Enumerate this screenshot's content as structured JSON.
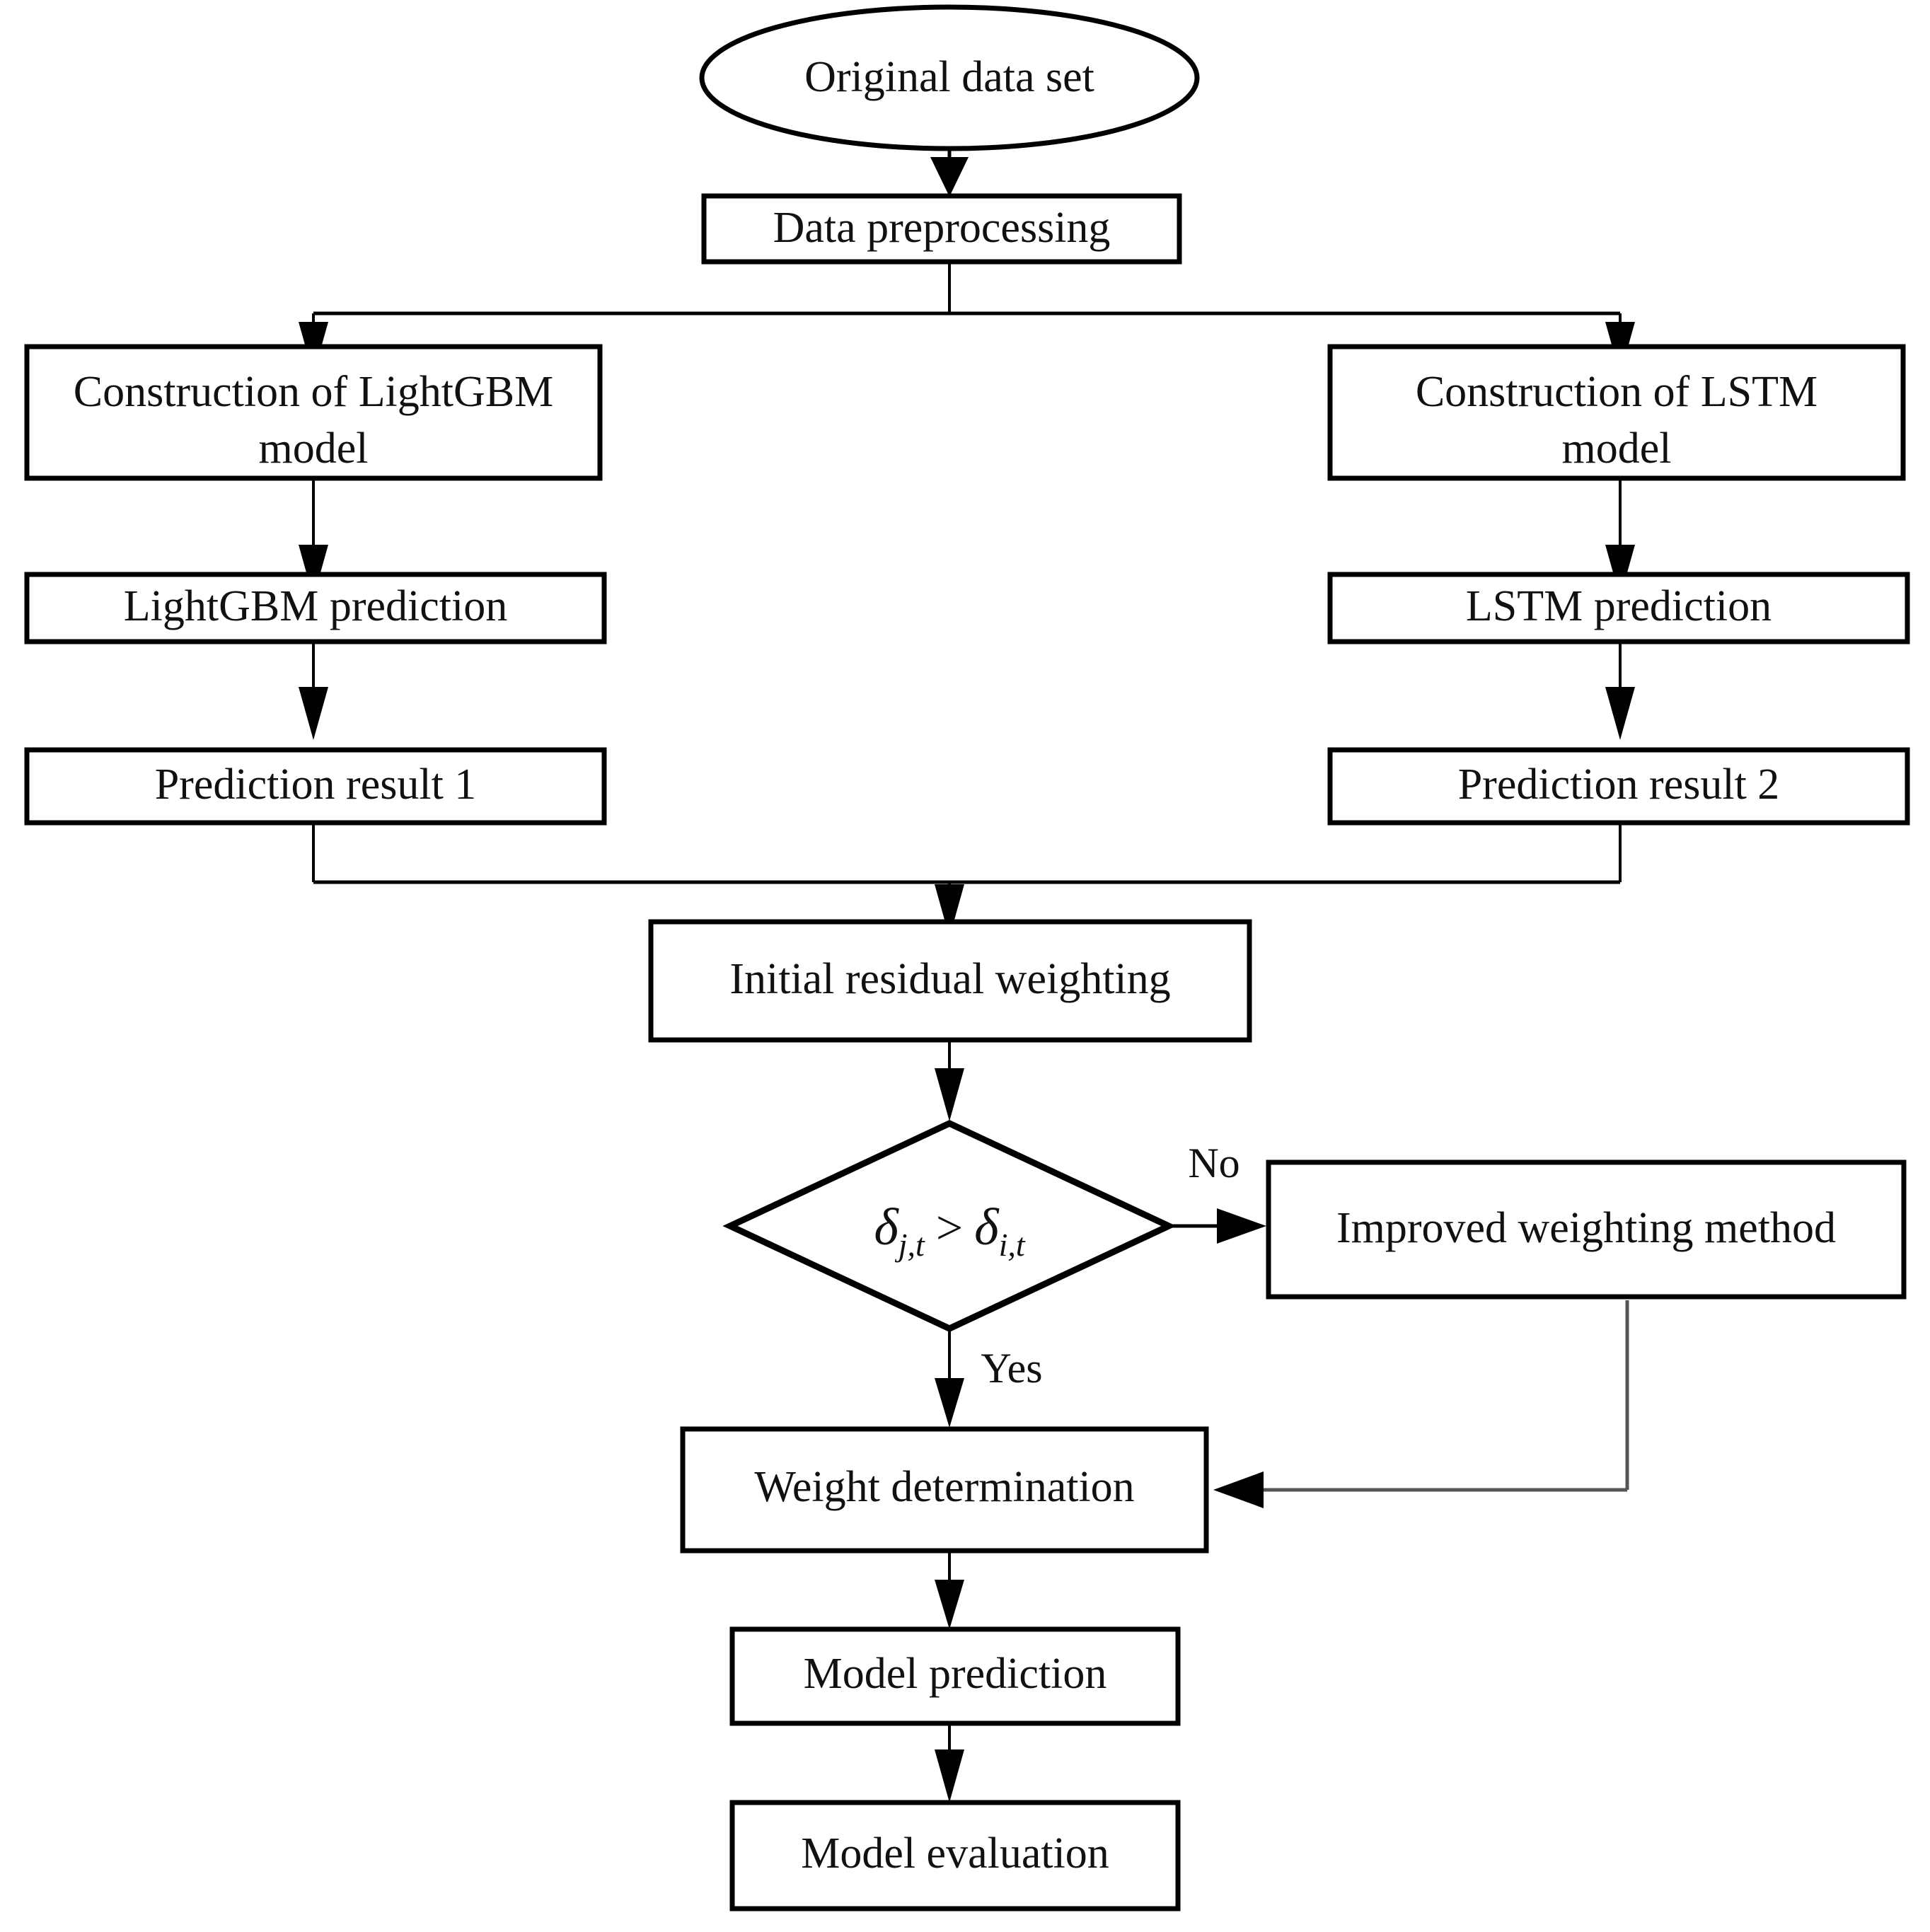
{
  "diagram": {
    "kind": "flowchart",
    "title": "",
    "background_color": "#ffffff",
    "line_color": "#000000",
    "feedback_line_color": "#555555",
    "text_color": "#111111"
  },
  "nodes": {
    "original_data_set": {
      "label": "Original data set",
      "shape": "ellipse"
    },
    "data_preprocessing": {
      "label": "Data preprocessing",
      "shape": "rectangle"
    },
    "construction_lightgbm_line1": {
      "label": "Construction of LightGBM",
      "shape": "rectangle"
    },
    "construction_lightgbm_line2": {
      "label": "model"
    },
    "construction_lstm_line1": {
      "label": "Construction of LSTM",
      "shape": "rectangle"
    },
    "construction_lstm_line2": {
      "label": "model"
    },
    "lightgbm_prediction": {
      "label": "LightGBM prediction",
      "shape": "rectangle"
    },
    "lstm_prediction": {
      "label": "LSTM prediction",
      "shape": "rectangle"
    },
    "prediction_result_1": {
      "label": "Prediction result 1",
      "shape": "rectangle"
    },
    "prediction_result_2": {
      "label": "Prediction result 2",
      "shape": "rectangle"
    },
    "initial_residual_weighting": {
      "label": "Initial residual weighting",
      "shape": "rectangle"
    },
    "decision": {
      "shape": "diamond",
      "expression": "δj,t > δi,t",
      "left_symbol": "δ",
      "left_subscript": "j,t",
      "operator": ">",
      "right_symbol": "δ",
      "right_subscript": "i,t"
    },
    "improved_weighting_method": {
      "label": "Improved weighting method",
      "shape": "rectangle"
    },
    "weight_determination": {
      "label": "Weight determination",
      "shape": "rectangle"
    },
    "model_prediction": {
      "label": "Model prediction",
      "shape": "rectangle"
    },
    "model_evaluation": {
      "label": "Model evaluation",
      "shape": "rectangle"
    }
  },
  "edges": {
    "decision_no": {
      "label": "No"
    },
    "decision_yes": {
      "label": "Yes"
    }
  }
}
